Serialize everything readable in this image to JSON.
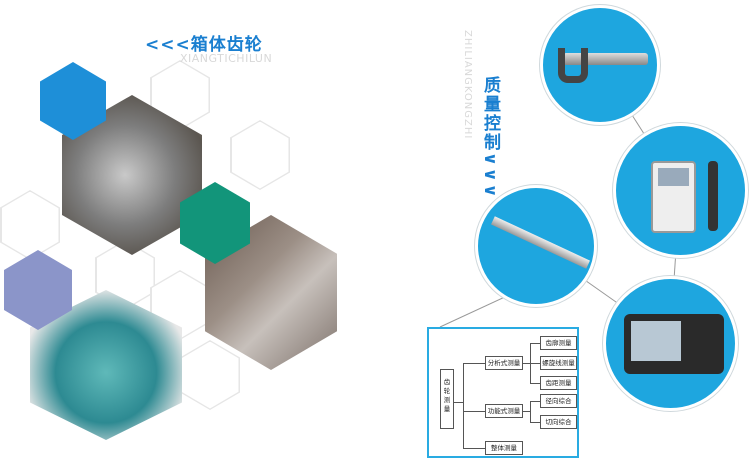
{
  "left_section": {
    "title": "<<<箱体齿轮",
    "subtitle": "XIANGTICHILUN"
  },
  "right_section": {
    "title": "质量控制",
    "arrows": "∨∨∨",
    "subtitle": "ZHILIANGKONGZHI"
  },
  "colors": {
    "accent_blue": "#1a7fd0",
    "hex_blue": "#1e8fd8",
    "hex_green": "#12957a",
    "hex_lavender": "#8b95c9",
    "circle_blue": "#1ea6df"
  },
  "diagram": {
    "root": "齿轮测量",
    "branches": [
      {
        "label": "分析式测量",
        "children": [
          "齿廓测量",
          "螺旋线测量",
          "齿距测量"
        ]
      },
      {
        "label": "功能式测量",
        "children": [
          "径向综合",
          "切向综合"
        ]
      },
      {
        "label": "整体测量",
        "children": []
      }
    ]
  }
}
